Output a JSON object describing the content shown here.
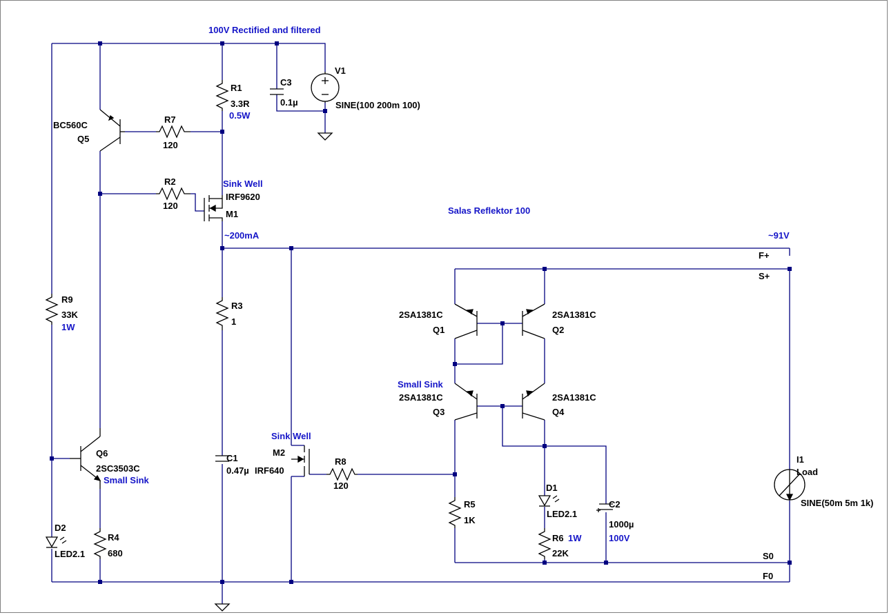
{
  "title": "Salas Reflektor 100",
  "supply_note": "100V Rectified and filtered",
  "notes": {
    "sink_well_m1": "Sink Well",
    "sink_well_m2": "Sink Well",
    "small_sink_q3": "Small Sink",
    "small_sink_q6": "Small Sink",
    "current": "~200mA",
    "voltage": "~91V"
  },
  "nets": {
    "f_plus": "F+",
    "s_plus": "S+",
    "s0": "S0",
    "f0": "F0"
  },
  "components": {
    "V1": {
      "ref": "V1",
      "value": "SINE(100 200m 100)"
    },
    "C3": {
      "ref": "C3",
      "value": "0.1µ"
    },
    "R1": {
      "ref": "R1",
      "value": "3.3R",
      "rating": "0.5W"
    },
    "R7": {
      "ref": "R7",
      "value": "120"
    },
    "R2": {
      "ref": "R2",
      "value": "120"
    },
    "Q5": {
      "ref": "Q5",
      "value": "BC560C"
    },
    "M1": {
      "ref": "M1",
      "value": "IRF9620"
    },
    "R3": {
      "ref": "R3",
      "value": "1"
    },
    "C1": {
      "ref": "C1",
      "value": "0.47µ"
    },
    "M2": {
      "ref": "M2",
      "value": "IRF640"
    },
    "R8": {
      "ref": "R8",
      "value": "120"
    },
    "R9": {
      "ref": "R9",
      "value": "33K",
      "rating": "1W"
    },
    "Q6": {
      "ref": "Q6",
      "value": "2SC3503C"
    },
    "D2": {
      "ref": "D2",
      "value": "LED2.1"
    },
    "R4": {
      "ref": "R4",
      "value": "680"
    },
    "Q1": {
      "ref": "Q1",
      "value": "2SA1381C"
    },
    "Q2": {
      "ref": "Q2",
      "value": "2SA1381C"
    },
    "Q3": {
      "ref": "Q3",
      "value": "2SA1381C"
    },
    "Q4": {
      "ref": "Q4",
      "value": "2SA1381C"
    },
    "R5": {
      "ref": "R5",
      "value": "1K"
    },
    "D1": {
      "ref": "D1",
      "value": "LED2.1"
    },
    "R6": {
      "ref": "R6",
      "value": "22K",
      "rating": "1W"
    },
    "C2": {
      "ref": "C2",
      "value": "1000µ",
      "rating": "100V"
    },
    "I1": {
      "ref": "I1",
      "name": "Load",
      "value": "SINE(50m 5m 1k)"
    }
  },
  "colors": {
    "wire": "#000080",
    "annotation": "#1515c8",
    "component": "#000000",
    "background": "#ffffff"
  }
}
